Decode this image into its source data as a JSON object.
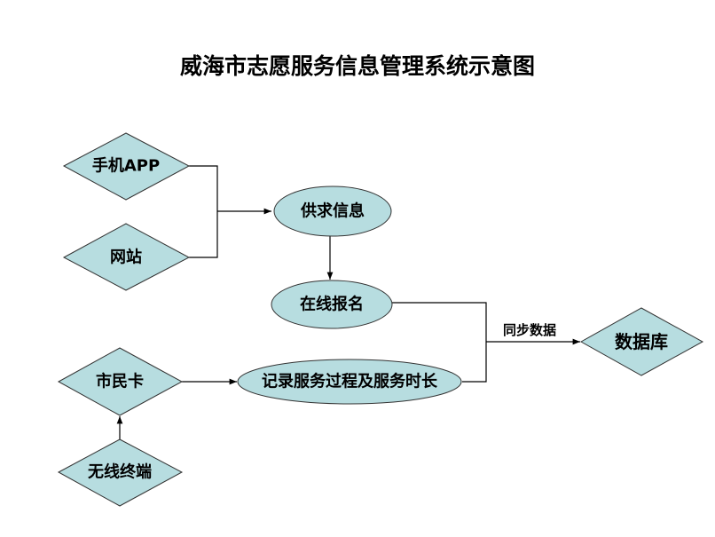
{
  "title": "威海市志愿服务信息管理系统示意图",
  "colors": {
    "node_fill": "#b7dde0",
    "node_stroke": "#333333",
    "edge": "#000000"
  },
  "nodes": [
    {
      "id": "mobile_app",
      "shape": "diamond",
      "label": "手机APP"
    },
    {
      "id": "website",
      "shape": "diamond",
      "label": "网站"
    },
    {
      "id": "supply_demand",
      "shape": "ellipse",
      "label": "供求信息"
    },
    {
      "id": "online_signup",
      "shape": "ellipse",
      "label": "在线报名"
    },
    {
      "id": "record_service",
      "shape": "ellipse",
      "label": "记录服务过程及服务时长"
    },
    {
      "id": "citizen_card",
      "shape": "diamond",
      "label": "市民卡"
    },
    {
      "id": "wireless_terminal",
      "shape": "diamond",
      "label": "无线终端"
    },
    {
      "id": "database",
      "shape": "diamond",
      "label": "数据库"
    }
  ],
  "edges": [
    {
      "from": [
        "mobile_app",
        "website"
      ],
      "to": "supply_demand",
      "label": ""
    },
    {
      "from": [
        "supply_demand"
      ],
      "to": "online_signup",
      "label": ""
    },
    {
      "from": [
        "wireless_terminal"
      ],
      "to": "citizen_card",
      "label": ""
    },
    {
      "from": [
        "citizen_card"
      ],
      "to": "record_service",
      "label": ""
    },
    {
      "from": [
        "online_signup",
        "record_service"
      ],
      "to": "database",
      "label": "同步数据"
    }
  ]
}
